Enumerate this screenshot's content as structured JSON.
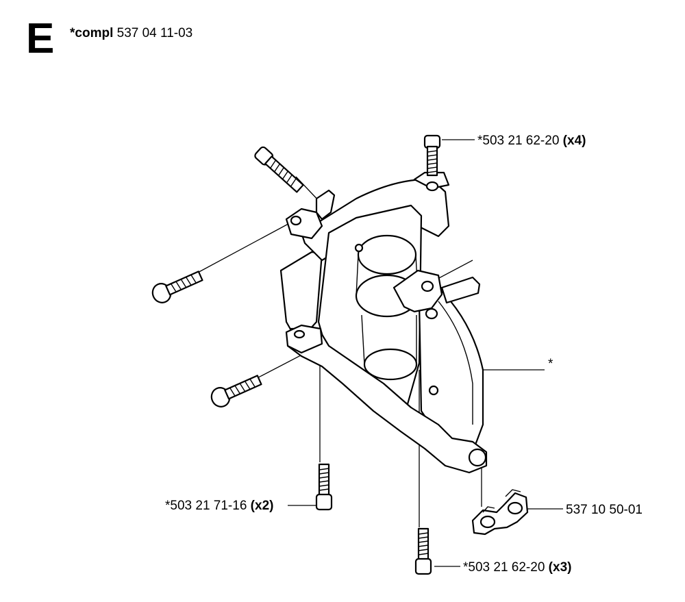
{
  "section": {
    "letter": "E"
  },
  "title": {
    "prefix": "*compl",
    "number": "537 04 11-03"
  },
  "callouts": [
    {
      "id": "screw-top",
      "part": "*503 21 62-20",
      "qty": "(x4)"
    },
    {
      "id": "star",
      "part": "*",
      "qty": ""
    },
    {
      "id": "screw-bottom-left",
      "part": "*503 21 71-16",
      "qty": "(x2)"
    },
    {
      "id": "clip",
      "part": "537 10 50-01",
      "qty": ""
    },
    {
      "id": "screw-bottom-right",
      "part": "*503 21 62-20",
      "qty": "(x3)"
    }
  ]
}
